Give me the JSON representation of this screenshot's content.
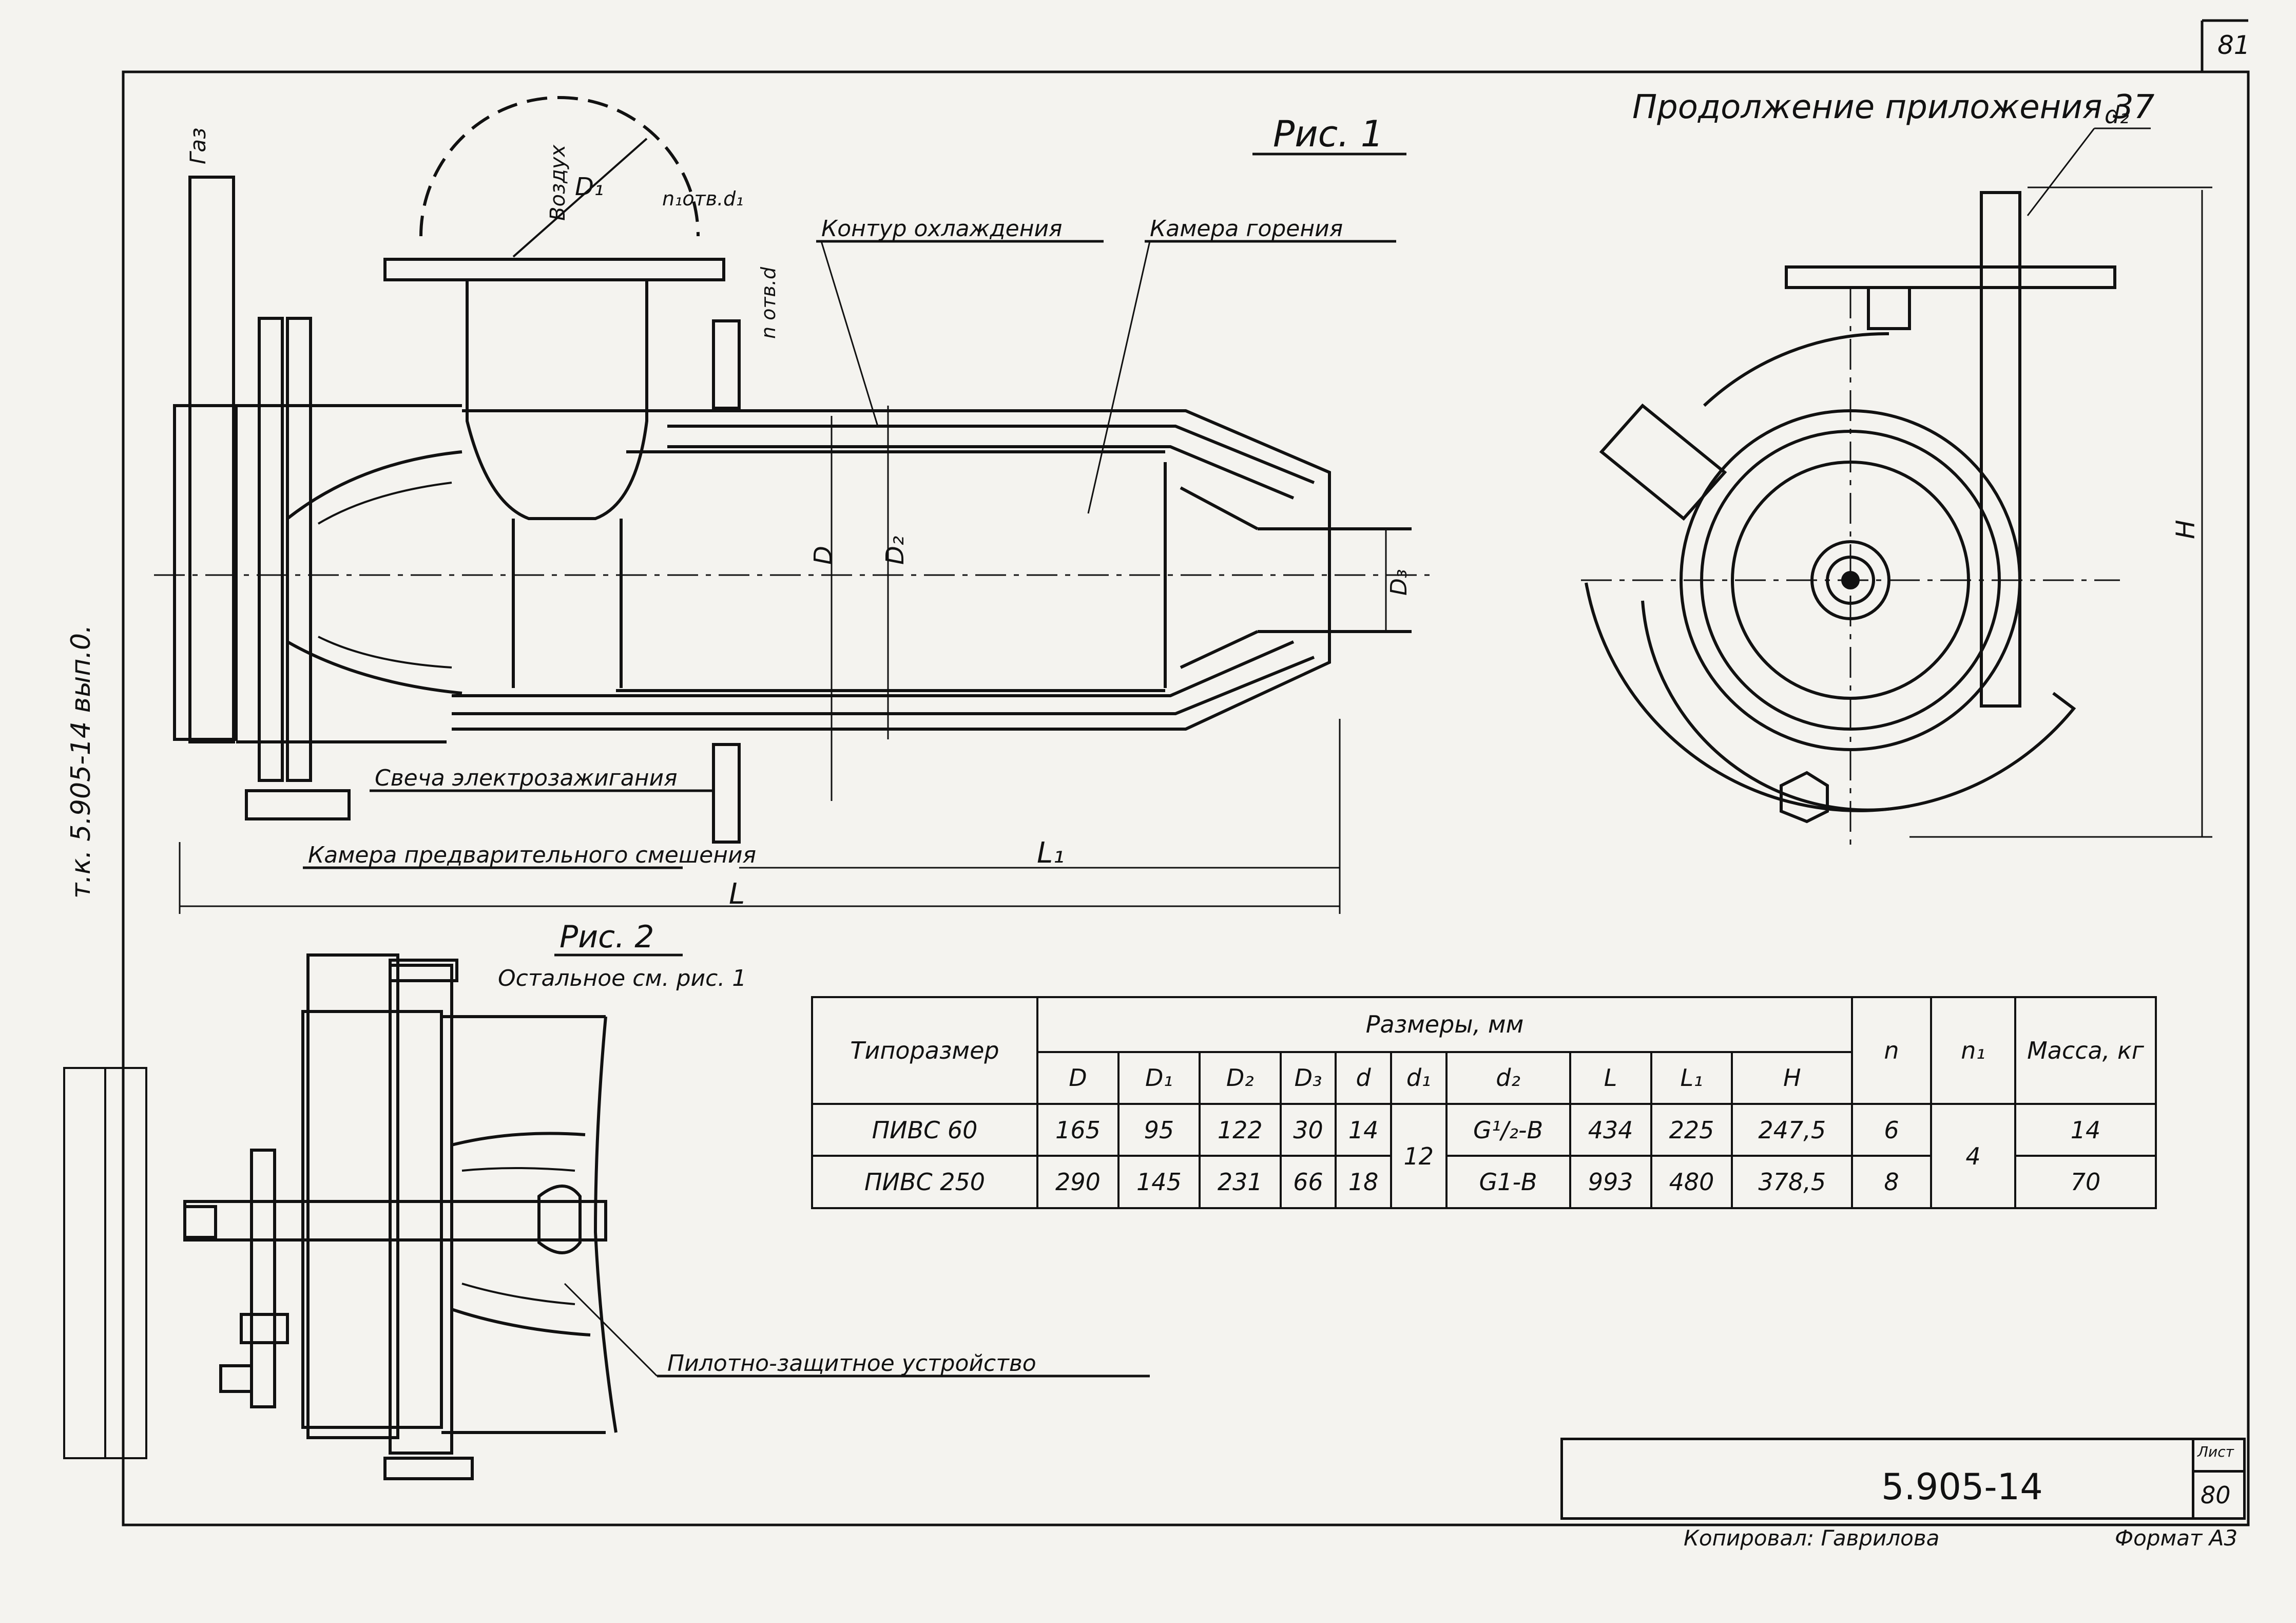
{
  "page": {
    "sheet_number_top": "81",
    "continuation_title": "Продолжение приложения 37",
    "side_label": "т.к. 5.905-14 вып.0.",
    "footer_copied": "Копировал: Гаврилова",
    "footer_format": "Формат А3"
  },
  "fig1": {
    "title": "Рис. 1",
    "labels": {
      "gas": "Газ",
      "air": "Воздух",
      "d1": "D₁",
      "n1_holes": "n₁отв.d₁",
      "n_holes": "n отв.d",
      "cooling": "Контур охлаждения",
      "combustion": "Камера горения",
      "spark": "Свеча электрозажигания",
      "premix": "Камера предварительного смешения",
      "D": "D",
      "D2": "D₂",
      "D3": "D₃",
      "L": "L",
      "L1": "L₁"
    }
  },
  "side_view": {
    "d2": "d₂",
    "H": "H"
  },
  "fig2": {
    "title": "Рис. 2",
    "note": "Остальное см. рис. 1",
    "pilot": "Пилотно-защитное устройство"
  },
  "table": {
    "col_type": "Типоразмер",
    "group_header": "Размеры, мм",
    "col_n": "n",
    "col_n1": "n₁",
    "col_mass": "Масса, кг",
    "dim_headers": [
      "D",
      "D₁",
      "D₂",
      "D₃",
      "d",
      "d₁",
      "d₂",
      "L",
      "L₁",
      "H"
    ],
    "rows": [
      {
        "name": "ПИВС 60",
        "D": "165",
        "D1": "95",
        "D2": "122",
        "D3": "30",
        "d": "14",
        "d2": "G¹/₂-B",
        "L": "434",
        "L1": "225",
        "H": "247,5",
        "n": "6",
        "mass": "14"
      },
      {
        "name": "ПИВС 250",
        "D": "290",
        "D1": "145",
        "D2": "231",
        "D3": "66",
        "d": "18",
        "d2": "G1-B",
        "L": "993",
        "L1": "480",
        "H": "378,5",
        "n": "8",
        "mass": "70"
      }
    ],
    "shared_d1": "12",
    "shared_n1": "4"
  },
  "stamp": {
    "code": "5.905-14",
    "sheet_label": "Лист",
    "sheet_number": "80"
  }
}
